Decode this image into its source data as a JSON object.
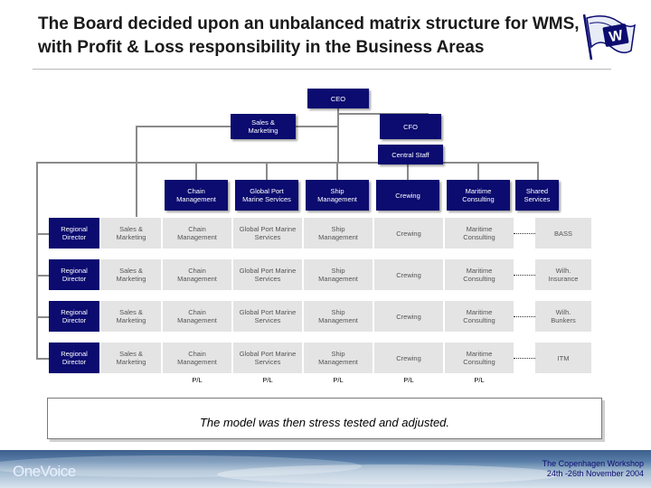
{
  "slide": {
    "title": "The Board decided upon an unbalanced matrix structure for WMS, with Profit & Loss responsibility in the Business Areas"
  },
  "org": {
    "ceo": "CEO",
    "sales_marketing": "Sales & Marketing",
    "cfo": "CFO",
    "central_staff": "Central Staff",
    "columns": [
      "Chain Management",
      "Global Port Marine Services",
      "Ship Management",
      "Crewing",
      "Maritime Consulting"
    ],
    "shared_services": "Shared Services",
    "rows": [
      {
        "director": "Regional Director",
        "sales": "Sales & Marketing",
        "cells": [
          "Chain Management",
          "Global Port Marine Services",
          "Ship Management",
          "Crewing",
          "Maritime Consulting"
        ],
        "shared": "BASS"
      },
      {
        "director": "Regional Director",
        "sales": "Sales & Marketing",
        "cells": [
          "Chain Management",
          "Global Port Marine Services",
          "Ship Management",
          "Crewing",
          "Maritime Consulting"
        ],
        "shared": "Wilh. Insurance"
      },
      {
        "director": "Regional Director",
        "sales": "Sales & Marketing",
        "cells": [
          "Chain Management",
          "Global Port Marine Services",
          "Ship Management",
          "Crewing",
          "Maritime Consulting"
        ],
        "shared": "Wilh. Bunkers"
      },
      {
        "director": "Regional Director",
        "sales": "Sales & Marketing",
        "cells": [
          "Chain Management",
          "Global Port Marine Services",
          "Ship Management",
          "Crewing",
          "Maritime Consulting"
        ],
        "shared": "ITM"
      }
    ],
    "pl_labels": [
      "P/L",
      "P/L",
      "P/L",
      "P/L",
      "P/L"
    ]
  },
  "note": "The model was then stress tested and adjusted.",
  "footer": {
    "brand": "OneVoice",
    "event": "The Copenhagen Workshop",
    "dates": "24th -26th November 2004"
  },
  "colors": {
    "navy": "#0b0b70",
    "cell_grey": "#e4e4e4"
  },
  "icons": {
    "logo": "wilhelmsen-flag-logo"
  }
}
